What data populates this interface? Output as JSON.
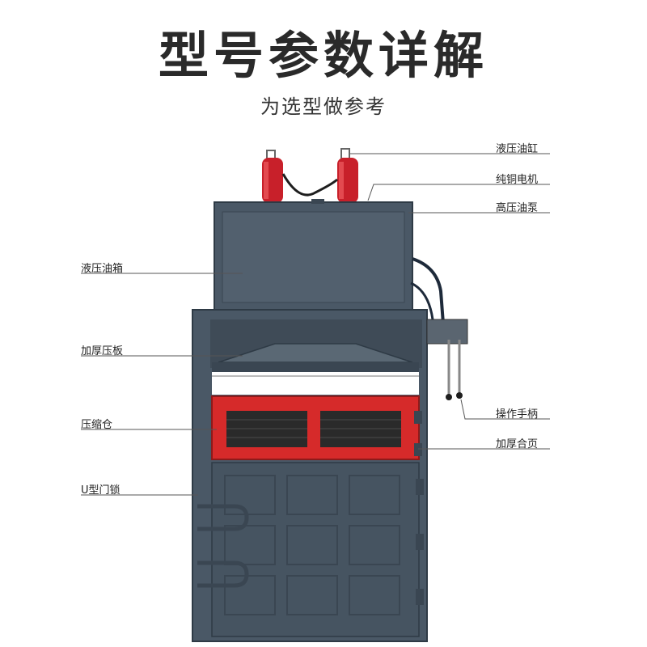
{
  "header": {
    "title": "型号参数详解",
    "subtitle": "为选型做参考"
  },
  "labels": {
    "hydraulic_cylinder": "液压油缸",
    "copper_motor": "纯铜电机",
    "high_pressure_pump": "高压油泵",
    "hydraulic_tank": "液压油箱",
    "thick_press_plate": "加厚压板",
    "compression_chamber": "压缩仓",
    "operating_handle": "操作手柄",
    "thick_hinge": "加厚合页",
    "u_door_lock": "U型门锁"
  },
  "colors": {
    "machine_body": "#4a5866",
    "machine_dark": "#35414d",
    "cylinder_red": "#c8202a",
    "chamber_red": "#d62a2a",
    "leader_line": "#555555"
  }
}
